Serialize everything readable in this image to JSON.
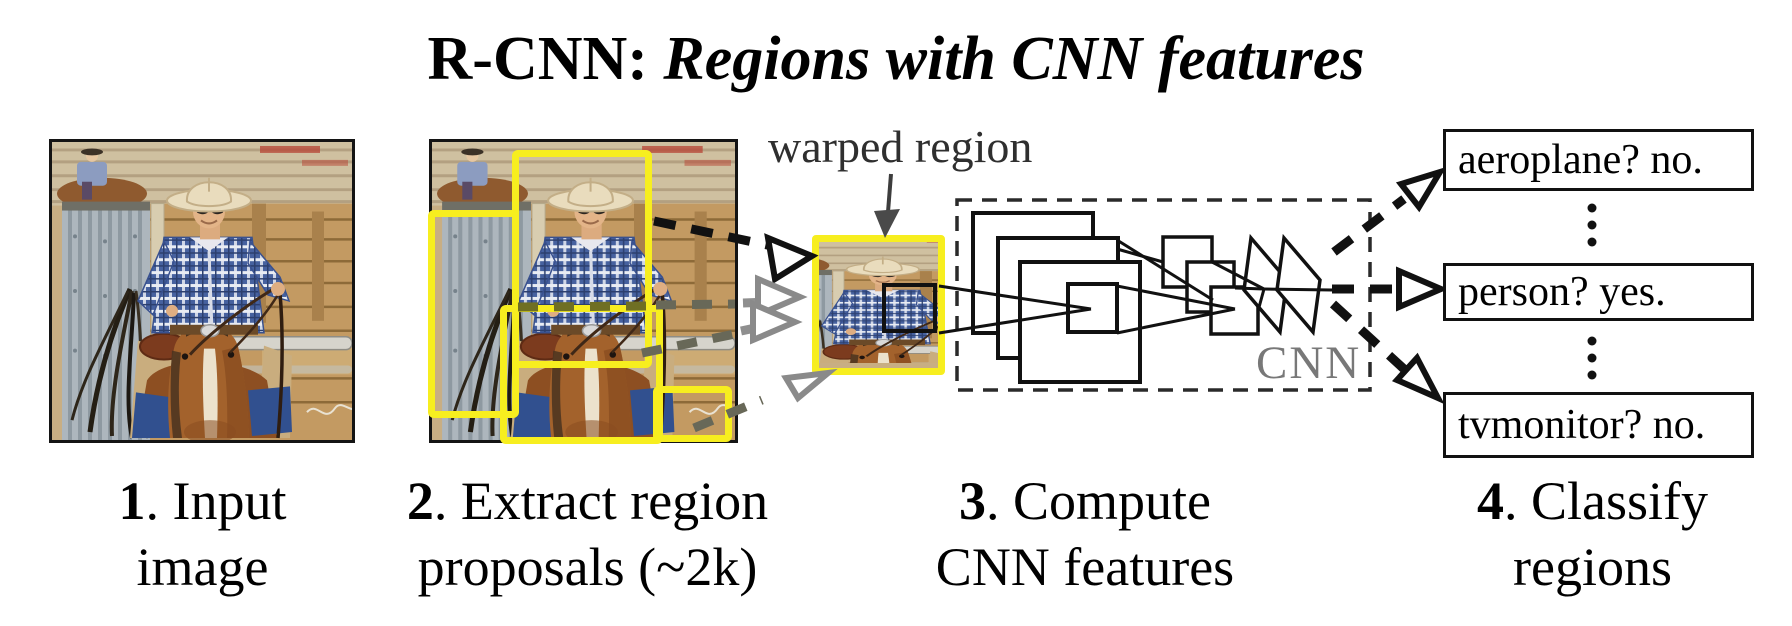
{
  "title": {
    "prefix": "R-CNN:",
    "emphasis": " Regions with CNN features"
  },
  "annotations": {
    "warped_region": "warped region",
    "cnn": "CNN"
  },
  "steps": [
    {
      "number": "1",
      "rest": ". Input",
      "line2": "image"
    },
    {
      "number": "2",
      "rest": ". Extract region",
      "line2": "proposals (~2k)"
    },
    {
      "number": "3",
      "rest": ". Compute",
      "line2": "CNN features"
    },
    {
      "number": "4",
      "rest": ". Classify",
      "line2": "regions"
    }
  ],
  "classifications": [
    {
      "label": "aeroplane? no."
    },
    {
      "label": "person? yes."
    },
    {
      "label": "tvmonitor? no."
    }
  ],
  "colors": {
    "region_box_yellow": "#f7ee1f",
    "black_arrow": "#111111",
    "gray_arrow": "#8f8f8f",
    "gray_arrow_over_image": "#686858",
    "gray_arrow_over_yellow": "#6f6f23",
    "cnn_label_gray": "#787878",
    "warped_label_gray": "#2f2f2f"
  }
}
